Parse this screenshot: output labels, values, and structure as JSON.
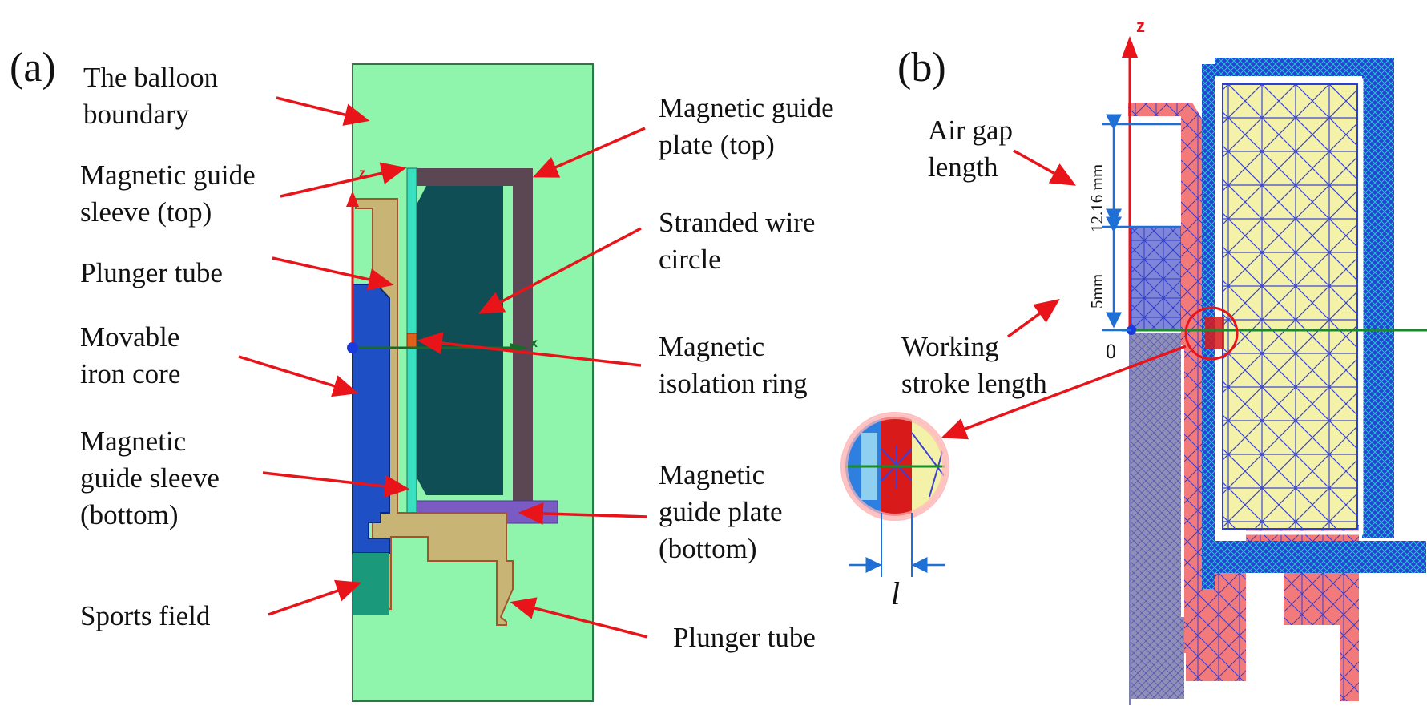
{
  "panel_a": {
    "tag": "(a)",
    "labels": {
      "balloon_boundary": "The balloon\nboundary",
      "guide_sleeve_top": "Magnetic guide\nsleeve (top)",
      "plunger_tube_left": "Plunger tube",
      "movable_iron_core": "Movable\niron core",
      "guide_sleeve_bottom": "Magnetic\nguide sleeve\n(bottom)",
      "sports_field": "Sports field",
      "guide_plate_top": "Magnetic guide\nplate (top)",
      "stranded_wire": "Stranded wire\ncircle",
      "isolation_ring": "Magnetic\nisolation ring",
      "guide_plate_bottom": "Magnetic\nguide plate\n(bottom)",
      "plunger_tube_right": "Plunger tube"
    },
    "axis": {
      "z": "z",
      "x": "x"
    }
  },
  "panel_b": {
    "tag": "(b)",
    "labels": {
      "air_gap": "Air gap\nlength",
      "working_stroke": "Working\nstroke length"
    },
    "dims": {
      "air_gap_value": "12.16 mm",
      "stroke_value": "5mm"
    },
    "axis": {
      "z": "z",
      "origin": "0"
    },
    "zoom_symbol": "l"
  },
  "colors": {
    "balloon": "#8ff5ad",
    "arrow": "#e8141a",
    "iron_core": "#1f4fc4",
    "plunger": "#c8b474",
    "coil": "#0f4e55",
    "plate_top": "#5b4754",
    "plate_bottom": "#7a5bc4",
    "mesh_blue": "#2f4be0",
    "mesh_red": "#f27a7a",
    "mesh_yellow": "#f4f2a8"
  }
}
